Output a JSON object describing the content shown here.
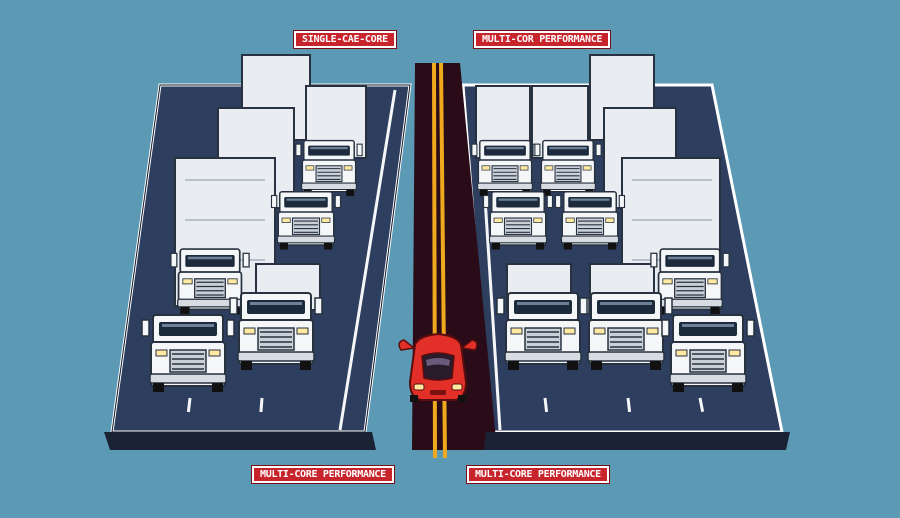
{
  "labels": {
    "top_left": "SINGLE-CAE-CORE",
    "top_right": "MULTI-COR PERFORMANCE",
    "bottom_left": "MULTI-CORE PERFORMANCE",
    "bottom_right": "MULTI-CORE PERFORMANCE"
  },
  "colors": {
    "background": "#5b99b4",
    "label_red": "#c8242c",
    "road_asphalt": "#2e3e5e",
    "center_road": "#2a0c18",
    "center_line": "#f0a81c",
    "sports_car": "#e23028",
    "truck_white": "#f4f6f8"
  }
}
